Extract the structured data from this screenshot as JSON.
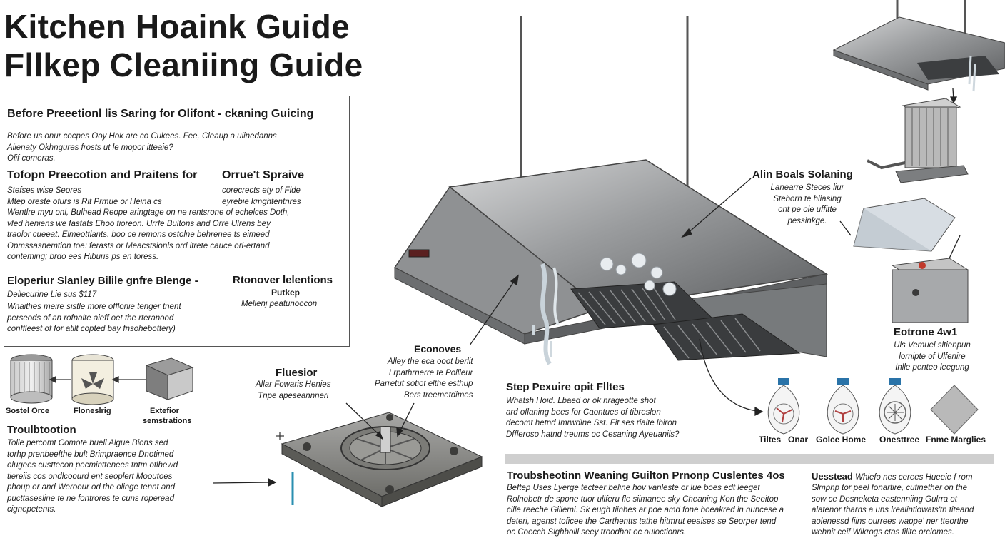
{
  "title": {
    "line1": "Kitchen Hoaink Guide",
    "line2": "Fllkep Cleaniing Guide"
  },
  "panel": {
    "s1": {
      "heading": "Before Preeetionl lis Saring for Olifont - ckaning Guicing",
      "body": [
        "Before us onur cocpes Ooy Hok are co Cukees. Fee, Cleaup a ulinedanns",
        "Alienaty Okhngures frosts ut le mopor itteaie?",
        "Olif comeras."
      ]
    },
    "s2": {
      "heading_left": "Tofopn Preecotion and Praitens for",
      "heading_right": "Orrue't Spraive",
      "sub_left": [
        "Stefses wise Seores",
        "Mtep oreste ofurs is Rit Prmue or Heina cs"
      ],
      "sub_right": [
        "corecrects ety of Flde",
        "eyrebie kmghtentnres"
      ],
      "body": [
        "Wentlre myu onl, Bulhead Reope aringtage on ne rentsrone of echelces Doth,",
        "vfed heniens we fastats Ehoo fioreon. Urrfe Bultons and Orre Ulrens bey",
        "traolor cueeat. Elmeottlants. boo ce remons ostolne behrenee ts  eimeed",
        "Opmssasnemtion toe: ferasts or Meacstsionls ord ltrete cauce orl-ertand",
        "conteming; brdo ees Hiburis ps en toress."
      ]
    },
    "s3": {
      "heading_left": "Eloperiur Slanley Bilile gnfre Blenge -",
      "heading_right": "Rtonover lelentions",
      "heading_right2": "Putkep",
      "sub_left": "Dellecurine Lie sus $117",
      "sub_right": "Mellenj peatunoocon",
      "body": [
        "Wnaithes meire sistle more offlonie tenger tnent",
        "perseods of an rofnalte aieff oet the rteranood",
        "conffleest of for atilt copted bay fnsohebottery)"
      ]
    }
  },
  "left_parts": {
    "labels": [
      "Sostel Orce",
      "Floneslrig",
      "Extefior",
      "semstrations"
    ]
  },
  "trouble_left": {
    "heading": "Troulbtootion",
    "body": [
      "Tolle percomt Comote buell Algue Bions sed",
      "torhp prenbeefthe bult Brimpraence Dnotimed",
      "olugees custtecon pecminttenees tntm otlhewd",
      "tiereiis cos ondlcoourd ent seoplert Mooutoes",
      "phoup or and Weroour od the olinge tennt and",
      "pucttasesline te ne fontrores te cuns roperead",
      "cignepetents."
    ]
  },
  "fan": {
    "heading": "Fluesior",
    "sub": [
      "Allar Fowaris Henies",
      "Tnpe apeseannneri"
    ]
  },
  "econoves": {
    "heading": "Econoves",
    "body": [
      "Alley the eca ooot berlit",
      "Lrpathrnerre te Pollleur",
      "Parretut sotiot elthe esthup",
      "Bers treemetdimes"
    ]
  },
  "step": {
    "heading": "Step Pexuire opit Flltes",
    "body": [
      "Whatsh Hoid. Lbaed or ok nrageotte shot",
      "ard oflaning bees for Caontues of tibreslon",
      "decomt  hetnd Imrwdlne Sst. Fit ses rialte lbiron",
      "Dffleroso  hatnd treums oc Cesaning Ayeuanils?"
    ]
  },
  "alin": {
    "heading": "Alin Boals Solaning",
    "body": [
      "Lanearre Steces liur",
      "Steborn te hliasing",
      "ont pe ole uffitte",
      "pessinkge."
    ]
  },
  "eotrone": {
    "heading": "Eotrone 4w1",
    "body": [
      "Uls Vemuel sltienpun",
      "lornipte of Ulfenire",
      "Inlle penteo leegung"
    ]
  },
  "bulbs": {
    "labels": [
      "Tiltes",
      "Onar",
      "Golce Home",
      "Onesttree",
      "Fnme Marglies"
    ]
  },
  "bottom_mid": {
    "heading": "Troubsheotinn Weaning Guilton Prnonp Cuslentes 4os",
    "body": [
      "Beftep Uses Lyerge tecteer beline hov vanleste or lue boes edt leeget",
      "Rolnobetr de spone tuor uliferu fle siimanee sky Cheaning Kon the Seeitop",
      "cille reeche Gillemi. Sk eugh tiinhes ar poe amd fone boeakred  in nuncese a",
      "deteri, agenst toficee the Carthentts tathe hitmrut eeaises se Seorper tend",
      "oc Coecch Slghboill seey troodhot oc ouloctionrs."
    ]
  },
  "bottom_right": {
    "heading": "Uesstead",
    "heading_tail": "Whiefo nes cerees Hueeie f rom",
    "body": [
      "Slmpnp tor peel fonartire, cufinether on the",
      "sow ce Desneketa eastenniing Gulrra ot",
      "alatenor tharns a uns lrealintiowats'tn titeand",
      "aolenessd fiins ourrees wappe' ner tteorthe",
      "wehnit ceif Wikrogs ctas fillte orclomes."
    ]
  },
  "colors": {
    "steel": "#8e9092",
    "steel_dark": "#4a4c4e",
    "bulb_cap": "#2a73a8",
    "fan_blade": "#b04040",
    "rule": "#cfcfcf"
  }
}
